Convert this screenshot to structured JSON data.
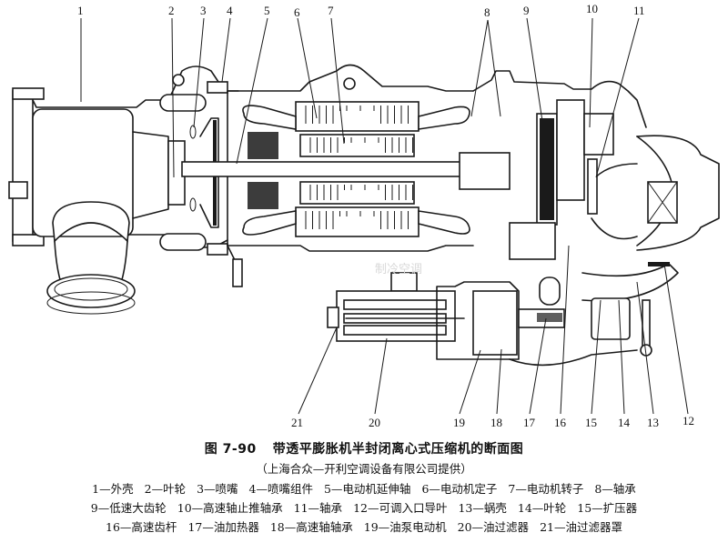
{
  "figure": {
    "number": "图 7-90",
    "title": "带透平膨胀机半封闭离心式压缩机的断面图",
    "source": "（上海合众—开利空调设备有限公司提供）",
    "watermark": "制冷空调",
    "callouts_top": [
      "1",
      "2",
      "3",
      "4",
      "5",
      "6",
      "7",
      "8",
      "9",
      "10",
      "11"
    ],
    "callouts_bottom": [
      "21",
      "20",
      "19",
      "18",
      "17",
      "16",
      "15",
      "14",
      "13",
      "12"
    ],
    "legend_rows": [
      [
        {
          "num": "1",
          "label": "外壳"
        },
        {
          "num": "2",
          "label": "叶轮"
        },
        {
          "num": "3",
          "label": "喷嘴"
        },
        {
          "num": "4",
          "label": "喷嘴组件"
        },
        {
          "num": "5",
          "label": "电动机延伸轴"
        },
        {
          "num": "6",
          "label": "电动机定子"
        },
        {
          "num": "7",
          "label": "电动机转子"
        },
        {
          "num": "8",
          "label": "轴承"
        }
      ],
      [
        {
          "num": "9",
          "label": "低速大齿轮"
        },
        {
          "num": "10",
          "label": "高速轴止推轴承"
        },
        {
          "num": "11",
          "label": "轴承"
        },
        {
          "num": "12",
          "label": "可调入口导叶"
        },
        {
          "num": "13",
          "label": "蜗壳"
        },
        {
          "num": "14",
          "label": "叶轮"
        },
        {
          "num": "15",
          "label": "扩压器"
        }
      ],
      [
        {
          "num": "16",
          "label": "高速齿杆"
        },
        {
          "num": "17",
          "label": "油加热器"
        },
        {
          "num": "18",
          "label": "高速轴轴承"
        },
        {
          "num": "19",
          "label": "油泵电动机"
        },
        {
          "num": "20",
          "label": "油过滤器"
        },
        {
          "num": "21",
          "label": "油过滤器罩"
        }
      ]
    ],
    "separator": "—"
  }
}
